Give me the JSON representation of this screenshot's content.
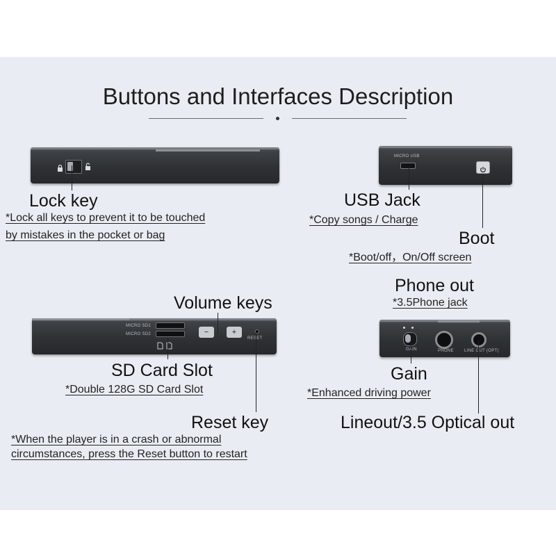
{
  "title": "Buttons and Interfaces Description",
  "lock": {
    "label": "Lock key",
    "note1": "*Lock all keys to prevent it to be touched",
    "note2": " by mistakes in the pocket or bag"
  },
  "usb": {
    "label": "USB Jack",
    "note": "*Copy songs / Charge",
    "port_text": "MICRO USB"
  },
  "boot": {
    "label": "Boot",
    "note": "*Boot/off，On/Off screen"
  },
  "volume": {
    "label": "Volume keys",
    "minus": "−",
    "plus": "+"
  },
  "sd": {
    "label": "SD Card Slot",
    "note": "*Double 128G SD Card Slot",
    "slot1_text": "MICRO SD1",
    "slot2_text": "MICRO SD2"
  },
  "reset": {
    "label": "Reset key",
    "note1": "*When the player is in a crash or abnormal",
    "note2": " circumstances, press the Reset button to restart",
    "port_text": "RESET"
  },
  "phone": {
    "label": "Phone out",
    "note": "*3.5Phone jack",
    "port_text": "PHONE"
  },
  "gain": {
    "label": "Gain",
    "note": "*Enhanced driving power",
    "port_text": "GAIN"
  },
  "lineout": {
    "label": "Lineout/3.5 Optical out",
    "port_text": "LINE OUT (OPT)"
  },
  "colors": {
    "panel": "#e9edf3",
    "device": "#2f3235",
    "text": "#111111"
  }
}
